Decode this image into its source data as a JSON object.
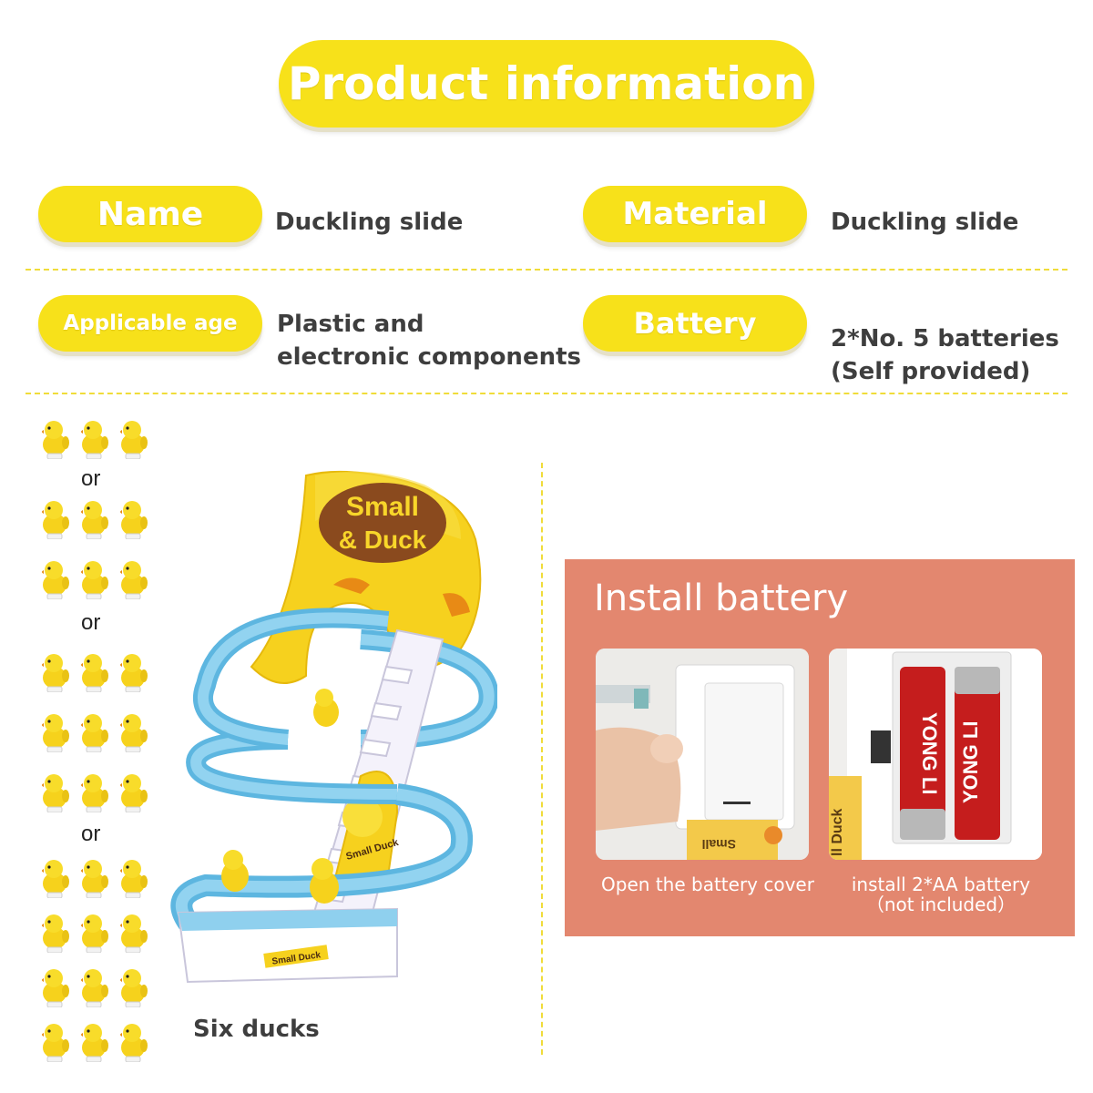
{
  "header": {
    "title": "Product information"
  },
  "specs": [
    {
      "label": "Name",
      "value": "Duckling slide"
    },
    {
      "label": "Material",
      "value": "Duckling slide"
    },
    {
      "label": "Applicable age",
      "value_line1": "Plastic and",
      "value_line2": "electronic components"
    },
    {
      "label": "Battery",
      "value_line1": "2*No. 5 batteries",
      "value_line2": "(Self provided)"
    }
  ],
  "ducks_column": {
    "separators": [
      "or",
      "or",
      "or"
    ]
  },
  "product": {
    "sign_line1": "Small",
    "sign_line2": "& Duck",
    "stair_label": "Small Duck",
    "base_label": "Small Duck",
    "caption": "Six ducks"
  },
  "install": {
    "title": "Install battery",
    "step1_caption": "Open the battery cover",
    "step2_caption_line1": "install 2*AA battery",
    "step2_caption_line2": "（not included）",
    "battery_brand": "YONG LI",
    "box_label": "ll Duck",
    "box_label_flipped": "Small"
  },
  "colors": {
    "accent_yellow": "#f7e11a",
    "panel": "#e3876f",
    "track_blue": "#7fc9ea"
  }
}
